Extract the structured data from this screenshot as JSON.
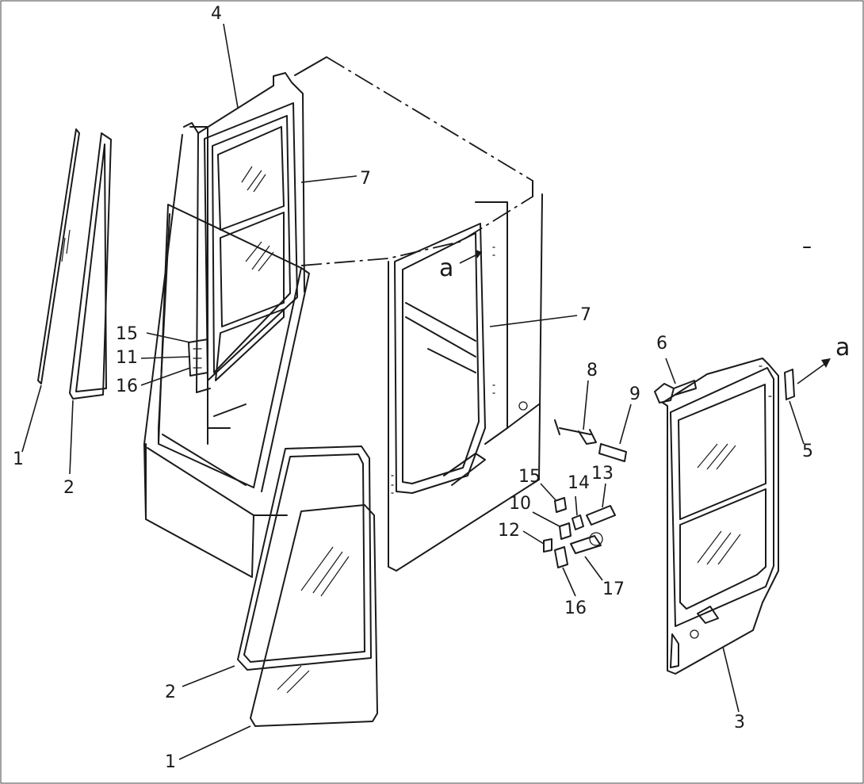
{
  "diagram": {
    "callouts": {
      "c1_top": "1",
      "c2_top": "2",
      "c4": "4",
      "c7_left": "7",
      "c7_right": "7",
      "c15_left": "15",
      "c11": "11",
      "c16_left": "16",
      "c1_bottom": "1",
      "c2_bottom": "2",
      "c8": "8",
      "c9": "9",
      "c6": "6",
      "c5": "5",
      "c3": "3",
      "c15_right": "15",
      "c14": "14",
      "c13": "13",
      "c10": "10",
      "c12": "12",
      "c17": "17",
      "c16_right": "16"
    },
    "view_markers": {
      "a_cab": "a",
      "a_door": "a"
    }
  }
}
